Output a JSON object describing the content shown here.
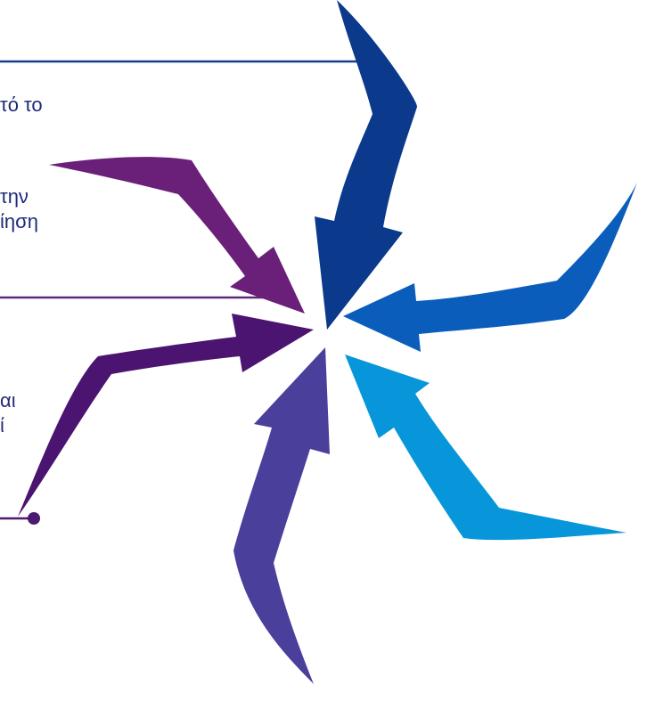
{
  "colors": {
    "arrow_navy": "#0b3a8c",
    "arrow_blue": "#0a5dbb",
    "arrow_cyan": "#0796d9",
    "arrow_violet": "#4a3f9b",
    "arrow_dark_purple": "#4a1470",
    "arrow_purple": "#6a2078",
    "line_navy": "#183e8a",
    "line_purple": "#5b2a79",
    "line_dark_purple": "#4b1a72",
    "text": "#1d2a7a"
  },
  "text_fragments": {
    "line_1": "τό το",
    "line_2": "την",
    "line_3": "ίηση",
    "line_4": "αι",
    "line_5": "ί"
  }
}
